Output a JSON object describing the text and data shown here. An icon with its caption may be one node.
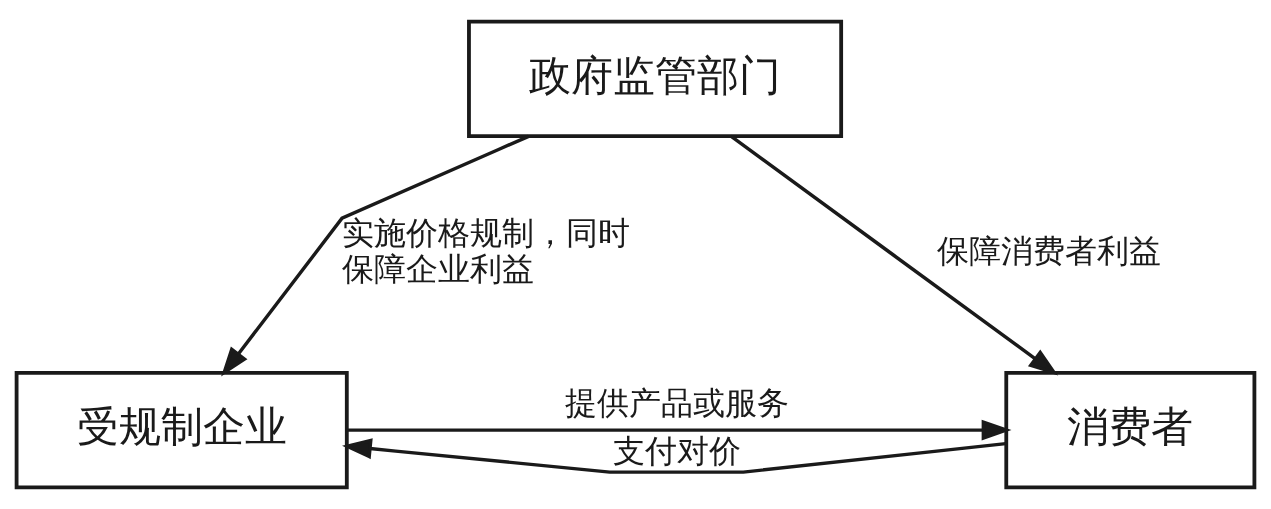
{
  "diagram": {
    "nodes": [
      {
        "text": [
          "政府监管部门"
        ]
      },
      {
        "text": [
          "受规制企业"
        ]
      },
      {
        "text": [
          "消费者"
        ]
      }
    ],
    "edges": [
      {
        "from": 0,
        "to": 1,
        "arrow": "to",
        "label": "实施价格规制，同时保障企业利益"
      },
      {
        "from": 0,
        "to": 2,
        "arrow": "to",
        "label": "保障消费者利益"
      },
      {
        "from": 1,
        "to": 2,
        "arrow": "to",
        "label": "提供产品或服务"
      },
      {
        "from": 2,
        "to": 1,
        "arrow": "to",
        "label": "支付对价"
      }
    ]
  }
}
